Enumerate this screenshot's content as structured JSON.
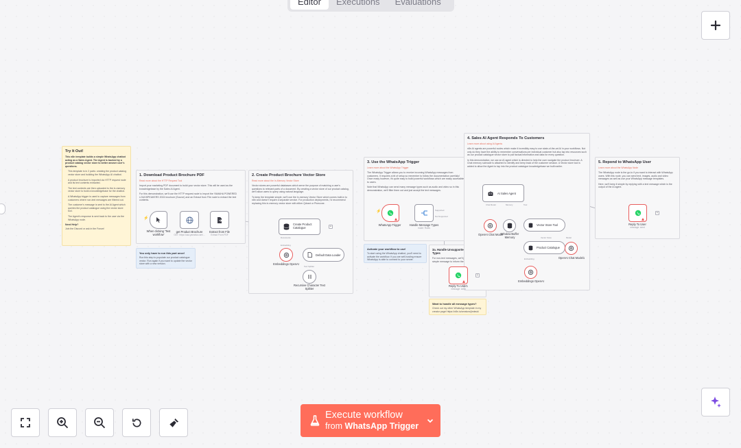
{
  "tabs": [
    {
      "label": "Editor",
      "active": true
    },
    {
      "label": "Executions",
      "active": false
    },
    {
      "label": "Evaluations",
      "active": false
    }
  ],
  "colors": {
    "accent": "#ff6d5a",
    "canvas": "#f5f5f7",
    "sticky_yellow": "#fff5d6",
    "sticky_blue": "#e5eef9"
  },
  "icons": {
    "zoom_in": "zoom-in-icon",
    "zoom_out": "zoom-out-icon",
    "fit": "fit-view-icon",
    "reset": "reset-zoom-icon",
    "tidy": "tidy-up-icon",
    "add": "plus-icon",
    "ai": "sparkle-icon",
    "flask": "flask-icon"
  },
  "execute": {
    "label": "Execute workflow",
    "from_prefix": "from",
    "from_node": "WhatsApp Trigger"
  },
  "notes": {
    "try_it": {
      "title": "Try It Out!",
      "intro": "This n8n template builds a simple WhatsApp chatbot acting as a Sales Agent. The Agent is backed by a product catalog vector store to better answer user's questions.",
      "bullets": [
        "This template is in 2 parts: creating the product catalog vector store and building the WhatsApp AI chatbot.",
        "A product brochure is imported via HTTP request node and its text contents extracted.",
        "The text contents are then uploaded to the in-memory vector store to build a knowledgebase for the chatbot.",
        "A WhatsApp trigger is used to capture messages from customers where non-text messages are filtered out.",
        "The customer's message is sent to the AI Agent which queries the product catalogue using the vector store tool.",
        "The Agent's response is sent back to the user via the WhatsApp node."
      ],
      "help_title": "Need Help?",
      "help_text": "Join the Discord or ask in the Forum!"
    },
    "s1": {
      "title": "1. Download Product Brochure PDF",
      "link": "Read more about the HTTP Request Tool",
      "p1": "Import your marketing PDF document to build your vector store. This will be used as the knowledgebase by the Sales AI Agent.",
      "p2": "For this demonstration, we'll use the HTTP request node to import the YAMAHA POWERED LOUDSPEAKERS 2024 brochure (Source) and an Extract from File node to extract the text contents."
    },
    "s1_tip": {
      "title": "You only have to run this part once!",
      "text": "Run this step to populate our product catalogue vector. Run again if you want to update the vector store with a new version."
    },
    "s2": {
      "title": "2. Create Product Brochure Vector Store",
      "link": "Read more about the In-Memory Vector Store",
      "p1": "Vector stores are powerful databases which serve the purpose of matching a user's questions to relevant parts of a document. By creating a vector store of our product catalog, we'll allow users to query using natural language.",
      "p2": "To keep the template simple, we'll use the In-memory Vector Store which comes built-in to n8n and doesn't require a separate service. For production deployments, I'd recommend replacing this in-memory vector store with either Qdrant or Pinecone."
    },
    "s3": {
      "title": "3. Use the WhatsApp Trigger",
      "link": "Learn more about the WhatsApp Trigger",
      "p1": "The WhatsApp Trigger allows you to receive incoming WhatsApp messages from customers. It requires a bit of setup so remember to follow the documentation carefully! Once ready however, it's quite easy to build powerful workflows which are easily accessible to users.",
      "p2": "Note that WhatsApp can send many message types such as audio and video so in this demonstration, we'll filter them out and just accept the text messages."
    },
    "s3_tip": {
      "title": "Activate your workflow to use!",
      "text": "To start using the WhatsApp chatbot, you'll need to activate the workflow. If you are self-hosting ensure WhatsApp is able to connect to your server."
    },
    "s3a": {
      "title": "3a. Handle Unsupported Message Types",
      "text": "For non-text messages, we'll just reply with a simple message to inform the sender."
    },
    "s3a_tip": {
      "title": "Want to handle all message types?",
      "text": "Check out my other WhatsApp template in my creator page! https://n8n.io/creators/jimleuk/"
    },
    "s4": {
      "title": "4. Sales AI Agent Responds To Customers",
      "link": "Learn more about using AI Agents",
      "p1": "n8n AI agents are powerful nodes which make it incredibly easy to use state-of-the-art AI in your workflows. Not only do they have the ability to remember conversations per individual customer but also tap into resources such as our product catalogue vector store to pull factual information and data for every question.",
      "p2": "In this demonstration, we use an AI agent which is directed to help the user navigate the product brochure. A Chat memory subnode is attached to identify and keep track of the customer session. A Vector store tool is added to allow the Agent to tap into the product catalogue knowledgebase we built earlier."
    },
    "s5": {
      "title": "5. Repond to WhatsApp User",
      "link": "Learn more about the WhatsApp Node",
      "p1": "The WhatsApp node is the go-to if you want to interact with WhatsApp users. With this node, you can send text, images, audio and video messages as well as use your WhatsApp message templates.",
      "p2": "Here, we'll keep it simple by replying with a text message which is the output of the AI agent."
    }
  },
  "nodes": {
    "manual": {
      "label": "When clicking 'Test workflow'"
    },
    "http": {
      "label": "get Product Brochure",
      "sub": "GET: https://usa.yamaha.com/..."
    },
    "extract": {
      "label": "Extract from File",
      "sub": "Extract From PDF"
    },
    "catalogue": {
      "label": "Create Product Catalogue"
    },
    "embeddings1": {
      "label": "Embeddings OpenAI"
    },
    "loader": {
      "label": "Default Data Loader"
    },
    "splitter": {
      "label": "Recursive Character Text Splitter"
    },
    "wa_trigger": {
      "label": "WhatsApp Trigger"
    },
    "router": {
      "label": "Handle Message Types",
      "sub": "mode: Rules"
    },
    "agent": {
      "label": "AI Sales Agent"
    },
    "chat_model": {
      "label": "OpenAI Chat Model"
    },
    "memory": {
      "label": "Window Buffer Memory"
    },
    "vs_tool": {
      "label": "Vector Store Tool"
    },
    "prod_cat": {
      "label": "Product Catalogue"
    },
    "chat_model1": {
      "label": "OpenAI Chat Model1"
    },
    "embeddings2": {
      "label": "Embeddings OpenAI"
    },
    "reply_user": {
      "label": "Reply To User",
      "sub": "message: send"
    },
    "reply_user1": {
      "label": "Reply To User1",
      "sub": "message: send"
    }
  },
  "conn_labels": {
    "documents": "Documents",
    "embedding": "Embedding",
    "text_splitter": "Text Splitter",
    "supported": "Supported",
    "not_supported": "Not Supported",
    "chat_model": "Chat Model",
    "memory": "Memory",
    "tool": "Tool",
    "vector_store": "Vector Store",
    "model": "Model"
  }
}
